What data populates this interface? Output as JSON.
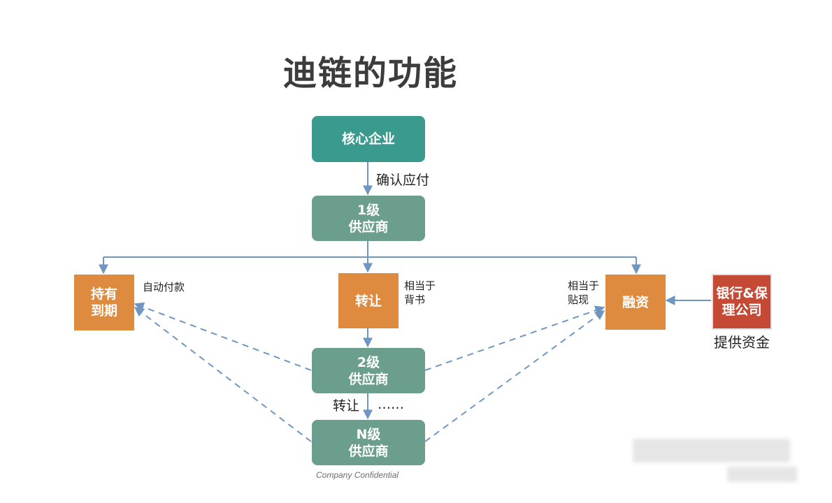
{
  "title": "迪链的功能",
  "nodes": {
    "core_enterprise": "核心企业",
    "tier1_supplier": "1级\n供应商",
    "hold_to_maturity": "持有\n到期",
    "transfer": "转让",
    "financing": "融资",
    "bank_factoring": "银行&保\n理公司",
    "tier2_supplier": "2级\n供应商",
    "tierN_supplier": "N级\n供应商"
  },
  "labels": {
    "confirm_payable": "确认应付",
    "auto_payment": "自动付款",
    "equivalent_endorsement": "相当于\n背书",
    "equivalent_discount": "相当于\n贴现",
    "provide_funds": "提供资金",
    "transfer_between": "转让",
    "ellipsis": "……"
  },
  "footer": "Company Confidential",
  "colors": {
    "core": "#3a9a8d",
    "supplier": "#6b9e8c",
    "action": "#de8a3f",
    "bank": "#c44a36",
    "link": "#6f96c2"
  }
}
